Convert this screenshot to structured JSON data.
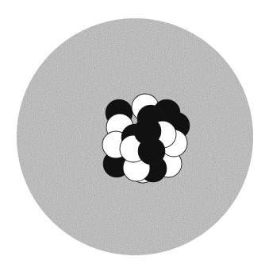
{
  "diagram": {
    "subject": "atom-model",
    "colors": {
      "background": "#ffffff",
      "electron_cloud": "#bdbdbd",
      "electron_cloud_speckle_dark": "#8e8e8e",
      "electron_cloud_speckle_light": "#e6e6e6",
      "proton": "#111111",
      "neutron": "#ffffff",
      "particle_outline": "#1a1a1a"
    },
    "nucleus": {
      "particle_count": 18,
      "particle_types": [
        "proton",
        "neutron"
      ]
    }
  }
}
